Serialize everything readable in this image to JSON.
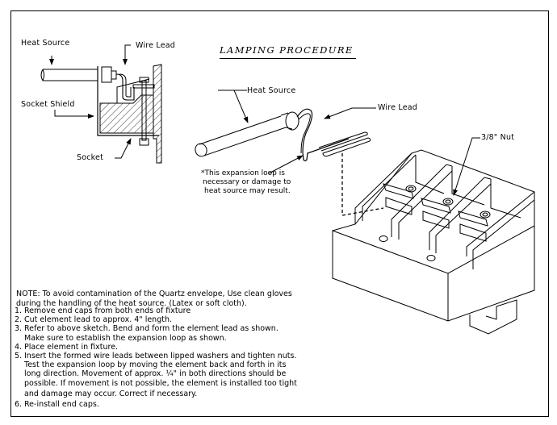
{
  "title": "LAMPING PROCEDURE",
  "left_sketch": {
    "labels": {
      "heat_source": "Heat Source",
      "wire_lead": "Wire Lead",
      "socket_shield": "Socket Shield",
      "socket": "Socket"
    }
  },
  "center_sketch": {
    "labels": {
      "heat_source": "Heat Source",
      "wire_lead": "Wire Lead"
    },
    "footnote": [
      "*This expansion loop is",
      "necessary or damage to",
      "heat source may result."
    ]
  },
  "right_sketch": {
    "labels": {
      "nut": "3/8\" Nut"
    }
  },
  "note": [
    "NOTE: To avoid contamination of the Quartz envelope, Use clean gloves",
    "during the handling of the heat source. (Latex or soft cloth)."
  ],
  "steps": [
    {
      "num": "1.",
      "lines": [
        "Remove end caps from both ends of fixture"
      ]
    },
    {
      "num": "2.",
      "lines": [
        "Cut element lead to approx. 4\" length."
      ]
    },
    {
      "num": "3.",
      "lines": [
        "Refer to above sketch. Bend and form the element lead as shown.",
        "Make sure to establish the expansion loop as shown."
      ]
    },
    {
      "num": "4.",
      "lines": [
        "Place element in fixture."
      ]
    },
    {
      "num": "5.",
      "lines": [
        "Insert the formed wire leads between lipped washers and tighten nuts.",
        "Test the expansion loop by moving the element back and forth in its",
        "long direction.  Movement of approx. ¼\" in both directions should be",
        "possible.  If movement is not possible, the element is installed too tight",
        "and damage may occur.  Correct if necessary."
      ]
    },
    {
      "num": "6.",
      "lines": [
        "Re-install end caps."
      ]
    }
  ]
}
